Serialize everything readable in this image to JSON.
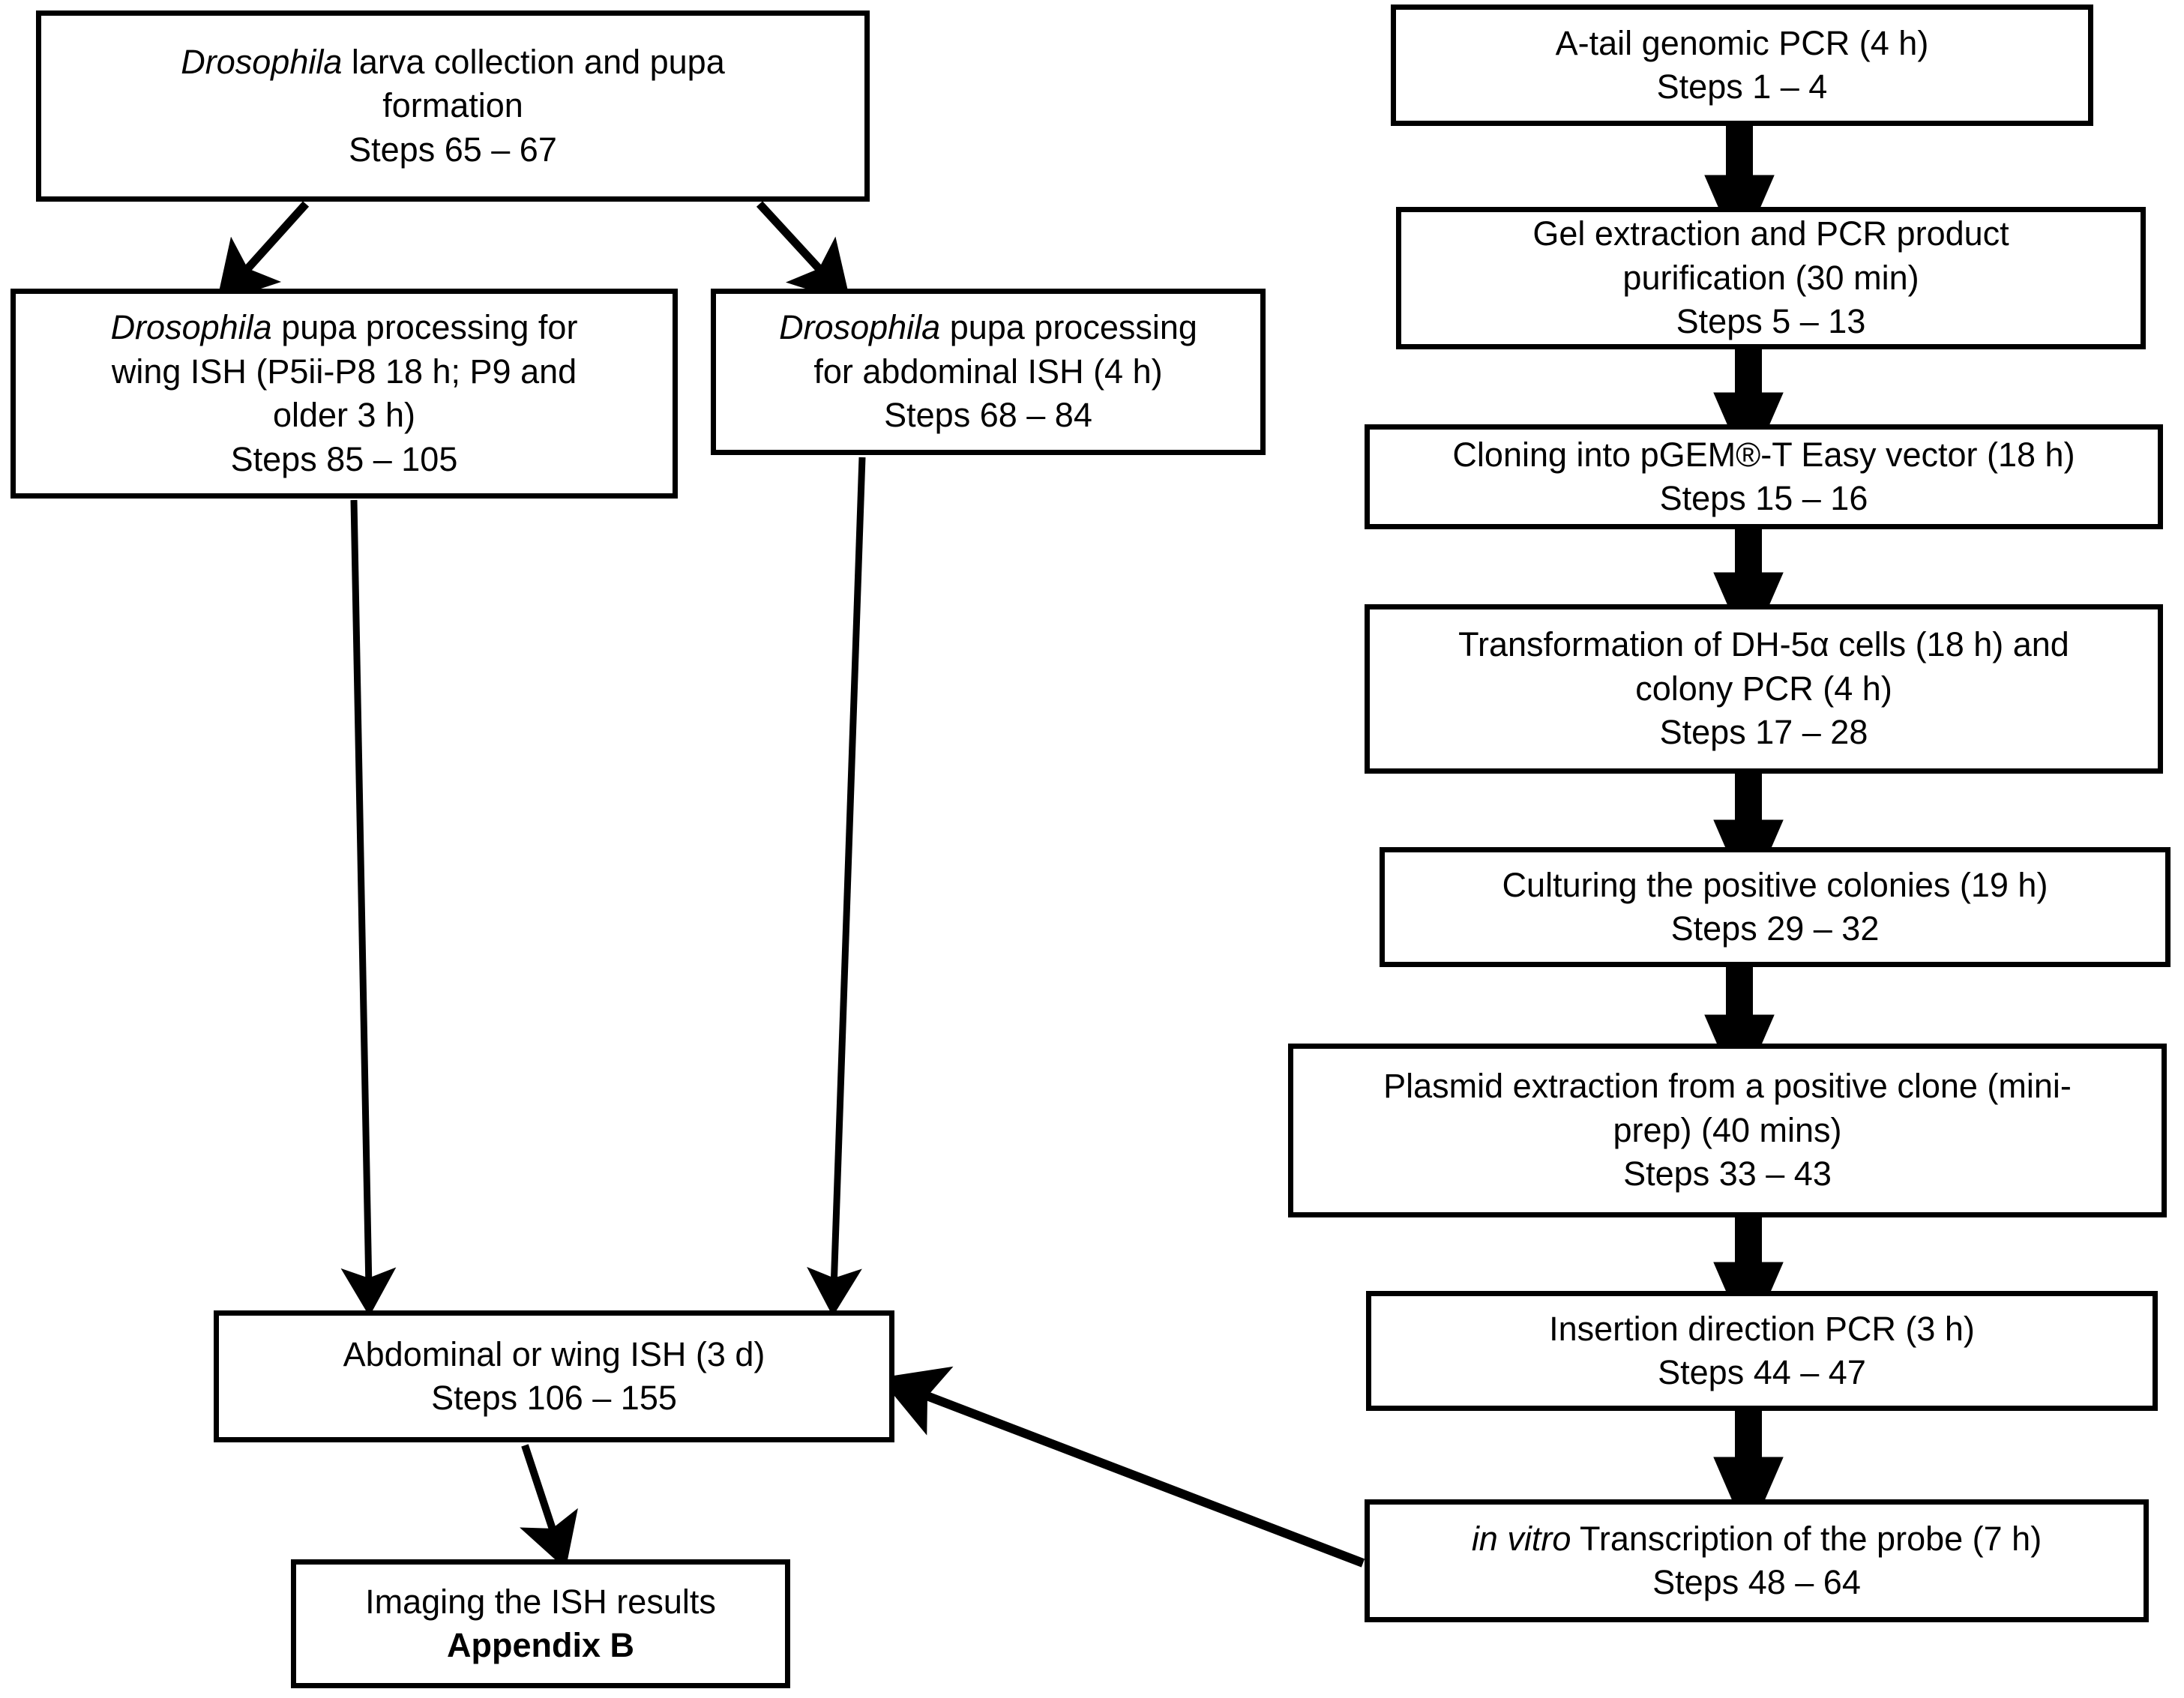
{
  "diagram": {
    "title": "Drosophila in situ hybridization (ISH) protocol flowchart",
    "type": "flowchart",
    "colors": {
      "stroke": "#000000",
      "fill": "#ffffff",
      "text": "#000000"
    },
    "left_branch": {
      "larva_collection": {
        "line1_italic": "Drosophila",
        "line1_rest": " larva collection and pupa",
        "line2": "formation",
        "line3": "Steps 65 – 67"
      },
      "wing_ish": {
        "line1_italic": "Drosophila",
        "line1_rest": " pupa processing for",
        "line2": "wing ISH (P5ii-P8 18 h; P9 and",
        "line3": "older 3 h)",
        "line4": "Steps 85 – 105"
      },
      "abdominal_ish": {
        "line1_italic": "Drosophila",
        "line1_rest": " pupa processing",
        "line2": "for abdominal ISH (4 h)",
        "line3": "Steps 68 – 84"
      },
      "abdominal_or_wing_ish": {
        "line1": "Abdominal or wing ISH (3 d)",
        "line2": "Steps 106 – 155"
      },
      "imaging": {
        "line1": "Imaging the ISH results",
        "line2_bold": "Appendix B"
      }
    },
    "right_branch": {
      "a_tail_pcr": {
        "line1": "A-tail genomic PCR (4 h)",
        "line2": "Steps 1 – 4"
      },
      "gel_extraction": {
        "line1": "Gel extraction and PCR product",
        "line2": "purification (30 min)",
        "line3": "Steps 5 – 13"
      },
      "cloning": {
        "line1": "Cloning into pGEM®-T Easy vector (18 h)",
        "line2": "Steps 15 – 16"
      },
      "transformation": {
        "line1": "Transformation of DH-5α cells (18 h) and",
        "line2": "colony PCR (4 h)",
        "line3": "Steps 17 – 28"
      },
      "culturing": {
        "line1": "Culturing the positive colonies (19 h)",
        "line2": "Steps 29 – 32"
      },
      "plasmid_extraction": {
        "line1": "Plasmid extraction from a positive clone (mini-",
        "line2": "prep) (40 mins)",
        "line3": "Steps 33 – 43"
      },
      "insertion_direction_pcr": {
        "line1": "Insertion direction PCR (3 h)",
        "line2": "Steps 44 – 47"
      },
      "in_vitro_transcription": {
        "line1_italic": "in vitro",
        "line1_rest": " Transcription of the probe (7 h)",
        "line2": "Steps 48 – 64"
      }
    }
  }
}
